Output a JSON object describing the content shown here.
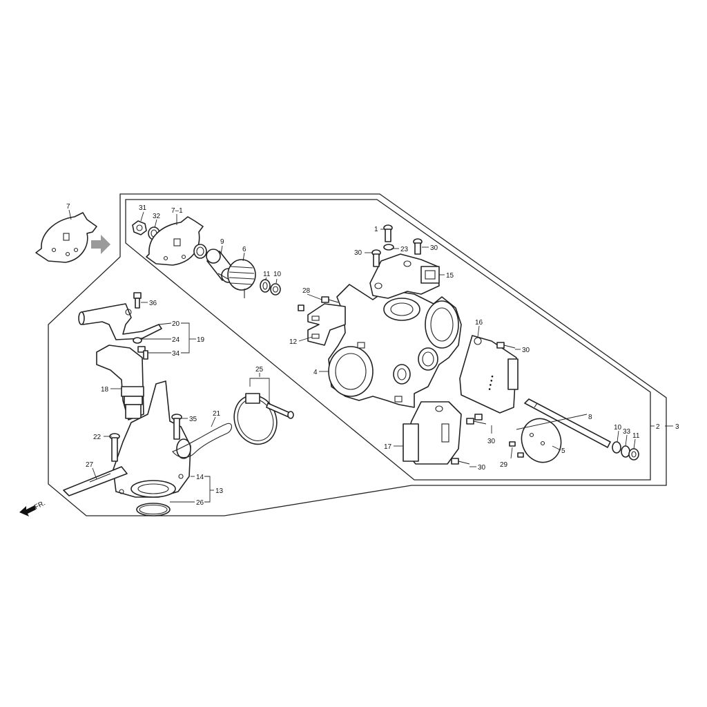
{
  "diagram": {
    "callouts": {
      "c1": "1",
      "c2": "2",
      "c3": "3",
      "c4": "4",
      "c5": "5",
      "c6": "6",
      "c7_outer": "7",
      "c7_1": "7–1",
      "c8": "8",
      "c9": "9",
      "c10_top": "10",
      "c10_right": "10",
      "c11_top": "11",
      "c11_right": "11",
      "c12": "12",
      "c13": "13",
      "c14": "14",
      "c15": "15",
      "c16": "16",
      "c17": "17",
      "c18": "18",
      "c19": "19",
      "c20": "20",
      "c21": "21",
      "c22": "22",
      "c23": "23",
      "c24": "24",
      "c25": "25",
      "c26": "26",
      "c27": "27",
      "c28": "28",
      "c29": "29",
      "c30_a": "30",
      "c30_b": "30",
      "c30_c": "30",
      "c30_d": "30",
      "c30_e": "30",
      "c31": "31",
      "c32": "32",
      "c33": "33",
      "c34": "34",
      "c35": "35",
      "c36": "36"
    },
    "front_marker": "FR."
  }
}
